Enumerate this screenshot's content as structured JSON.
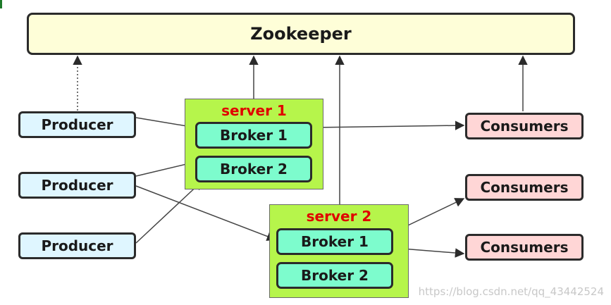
{
  "zookeeper": {
    "label": "Zookeeper"
  },
  "producers": [
    {
      "label": "Producer"
    },
    {
      "label": "Producer"
    },
    {
      "label": "Producer"
    }
  ],
  "servers": [
    {
      "label": "server 1",
      "brokers": [
        {
          "label": "Broker 1"
        },
        {
          "label": "Broker 2"
        }
      ]
    },
    {
      "label": "server 2",
      "brokers": [
        {
          "label": "Broker 1"
        },
        {
          "label": "Broker 2"
        }
      ]
    }
  ],
  "consumers": [
    {
      "label": "Consumers"
    },
    {
      "label": "Consumers"
    },
    {
      "label": "Consumers"
    }
  ],
  "watermark": "https://blog.csdn.net/qq_43442524",
  "colors": {
    "zookeeper_fill": "#fefed8",
    "producer_fill": "#dff6ff",
    "consumer_fill": "#ffd6d6",
    "server_fill": "#b6f54b",
    "broker_fill": "#7dfccd",
    "server_label": "#e00000"
  }
}
